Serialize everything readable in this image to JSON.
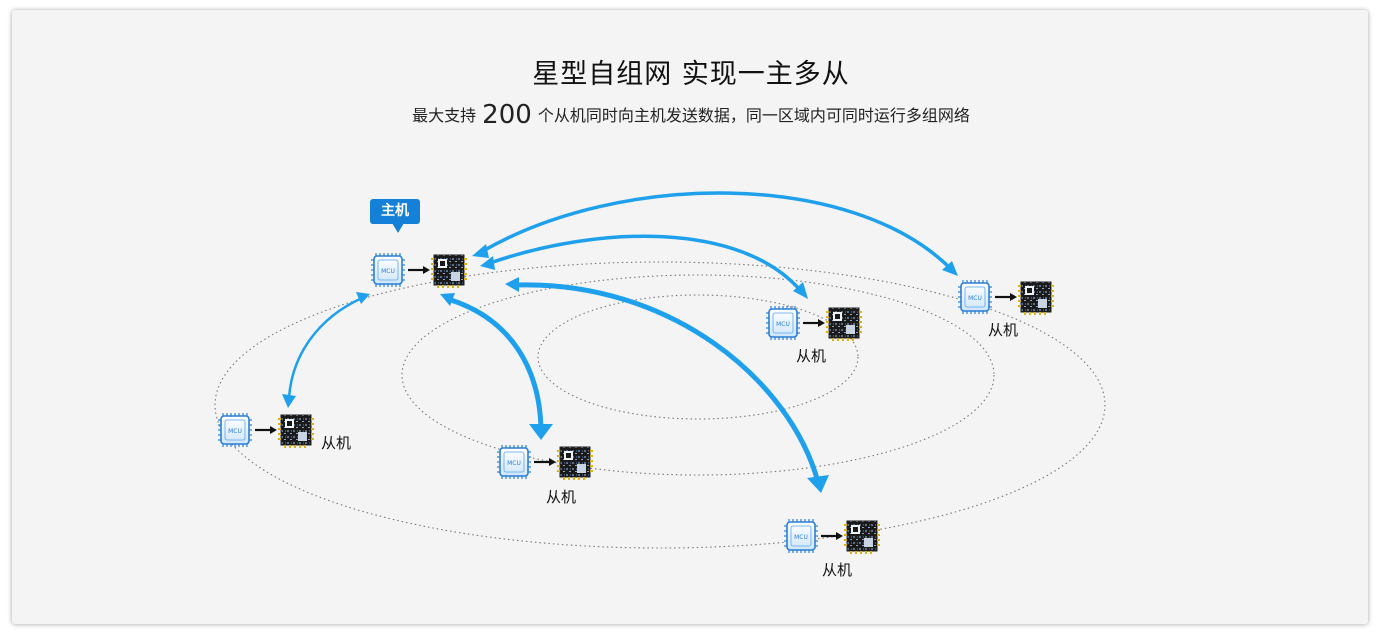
{
  "title": "星型自组网  实现一主多从",
  "subtitle": {
    "prefix": "最大支持",
    "number": "200",
    "suffix": "个从机同时向主机发送数据，同一区域内可同时运行多组网络"
  },
  "master": {
    "badge": "主机",
    "mcu_text": "MCU"
  },
  "slaves": {
    "s1": {
      "label": "从机"
    },
    "s2": {
      "label": "从机"
    },
    "s3": {
      "label": "从机"
    },
    "s4": {
      "label": "从机"
    },
    "s5": {
      "label": "从机"
    }
  },
  "colors": {
    "arrow": "#1fa0ec",
    "badge": "#1580d8",
    "ring": "#777777",
    "background": "#f4f4f4"
  },
  "icons": {
    "mcu": "mcu-chip-icon",
    "module": "rf-module-icon",
    "link": "arrow-right-icon"
  }
}
